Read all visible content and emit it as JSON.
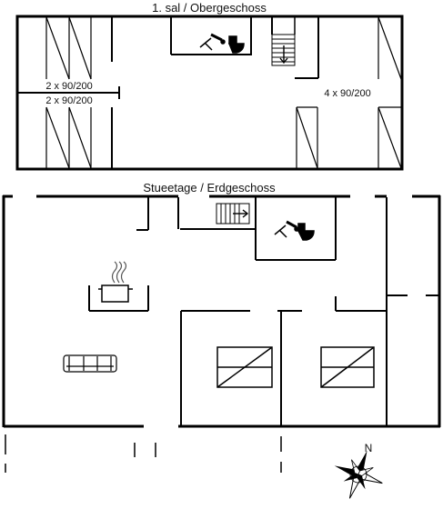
{
  "upper_floor": {
    "title": "1. sal / Obergeschoss",
    "bed_left_top": "2 x 90/200",
    "bed_left_bottom": "2 x 90/200",
    "bed_right": "4 x 90/200"
  },
  "ground_floor": {
    "title": "Stueetage / Erdgeschoss"
  },
  "compass": {
    "north": "N"
  },
  "icons": [
    "toilet-shower-icon",
    "stairs-icon",
    "stove-icon",
    "sofa-icon",
    "bed-icon",
    "compass-rose-icon"
  ]
}
